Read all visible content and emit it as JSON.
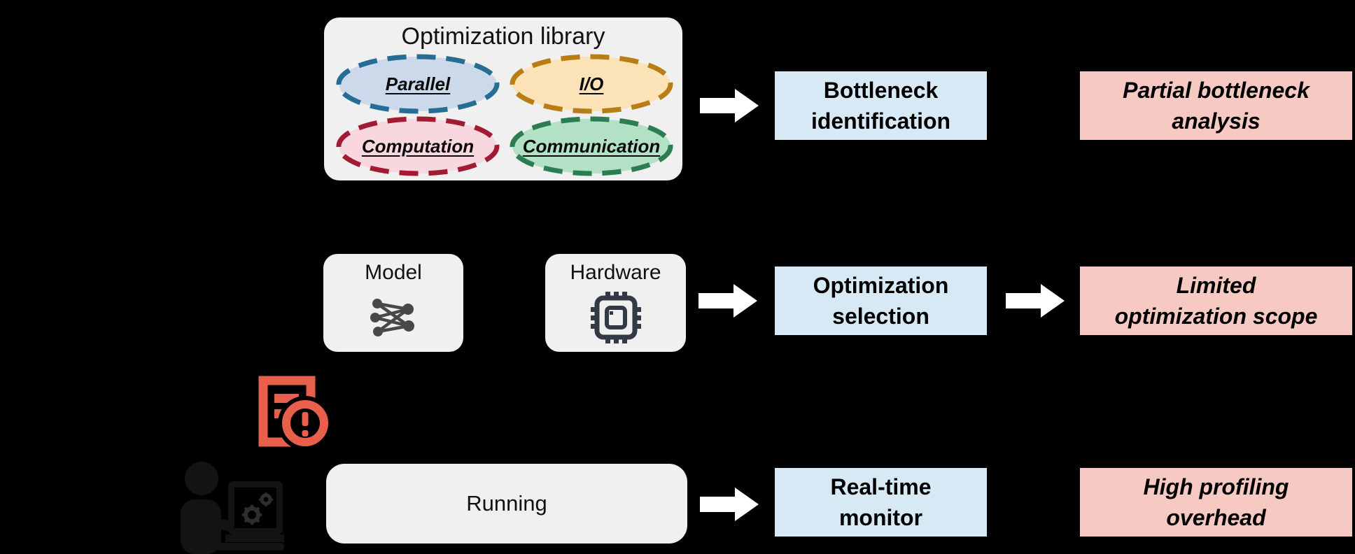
{
  "colors": {
    "background": "#000000",
    "panel_fill": "#f0f0f0",
    "process_box_fill": "#d8e9f6",
    "limitation_box_fill": "#f6cac3",
    "arrow_fill": "#ffffff",
    "alert_icon_red": "#e8604c",
    "chip_icon_color": "#333a45",
    "network_icon_color": "#484848"
  },
  "optimization_library": {
    "title": "Optimization library",
    "categories": [
      {
        "label": "Parallel",
        "fill": "#ccd9ea",
        "stroke": "#266d96"
      },
      {
        "label": "I/O",
        "fill": "#fbe2b7",
        "stroke": "#b87d15"
      },
      {
        "label": "Computation",
        "fill": "#f8d8de",
        "stroke": "#a31b32"
      },
      {
        "label": "Communication",
        "fill": "#b3e1c5",
        "stroke": "#2d7d52"
      }
    ]
  },
  "input_boxes": {
    "model": "Model",
    "hardware": "Hardware",
    "running": "Running"
  },
  "process_boxes": [
    {
      "lines": [
        "Bottleneck",
        "identification"
      ]
    },
    {
      "lines": [
        "Optimization",
        "selection"
      ]
    },
    {
      "lines": [
        "Real-time",
        "monitor"
      ]
    }
  ],
  "limitation_boxes": [
    {
      "lines": [
        "Partial bottleneck",
        "analysis"
      ]
    },
    {
      "lines": [
        "Limited",
        "optimization scope"
      ]
    },
    {
      "lines": [
        "High profiling",
        "overhead"
      ]
    }
  ],
  "icons": {
    "alert": "document-warning-icon",
    "developer": "person-at-computer-icon",
    "model": "neural-network-icon",
    "hardware": "cpu-chip-icon"
  }
}
